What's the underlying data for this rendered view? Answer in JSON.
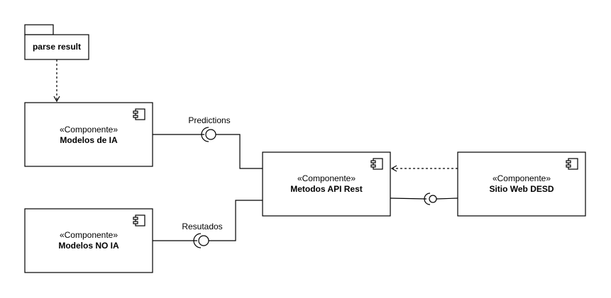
{
  "package": {
    "label": "parse result"
  },
  "components": {
    "modelos_ia": {
      "stereotype": "«Componente»",
      "name": "Modelos de IA"
    },
    "modelos_no_ia": {
      "stereotype": "«Componente»",
      "name": "Modelos NO IA"
    },
    "metodos_api": {
      "stereotype": "«Componente»",
      "name": "Metodos API Rest"
    },
    "sitio_web": {
      "stereotype": "«Componente»",
      "name": "Sitio Web DESD"
    }
  },
  "interfaces": {
    "predictions": "Predictions",
    "resultados": "Resutados"
  }
}
